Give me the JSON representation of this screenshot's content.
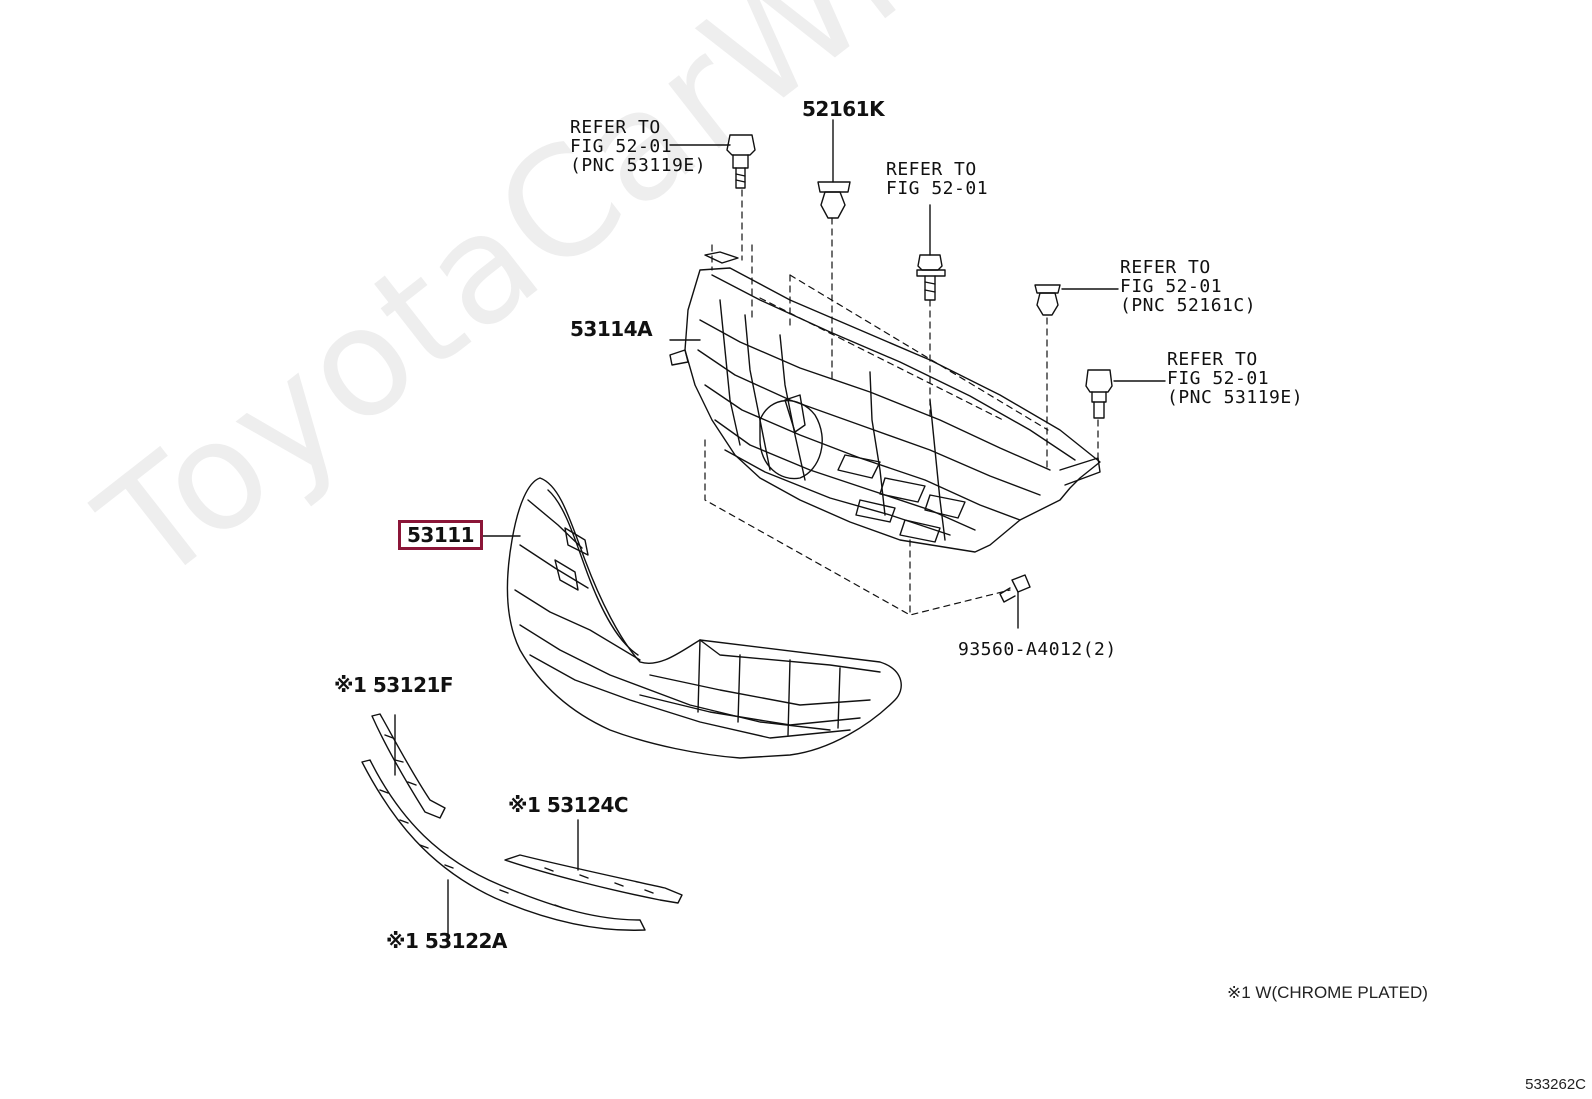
{
  "watermark": "ToyotaCarWire.ru",
  "labels": {
    "refer_a": "REFER TO\nFIG 52-01\n(PNC 53119E)",
    "part_52161k": "52161K",
    "refer_b": "REFER TO\nFIG 52-01",
    "refer_c": "REFER TO\nFIG 52-01\n(PNC 52161C)",
    "refer_d": "REFER TO\nFIG 52-01\n(PNC 53119E)",
    "part_53114a": "53114A",
    "part_53111": "53111",
    "part_93560": "93560-A4012(2)",
    "part_53121f": "※1 53121F",
    "part_53124c": "※1 53124C",
    "part_53122a": "※1 53122A"
  },
  "note": "※1 W(CHROME PLATED)",
  "diagram_code": "533262C",
  "colors": {
    "highlight": "#8b1538",
    "ink": "#111111",
    "watermark": "#eeeeee"
  }
}
